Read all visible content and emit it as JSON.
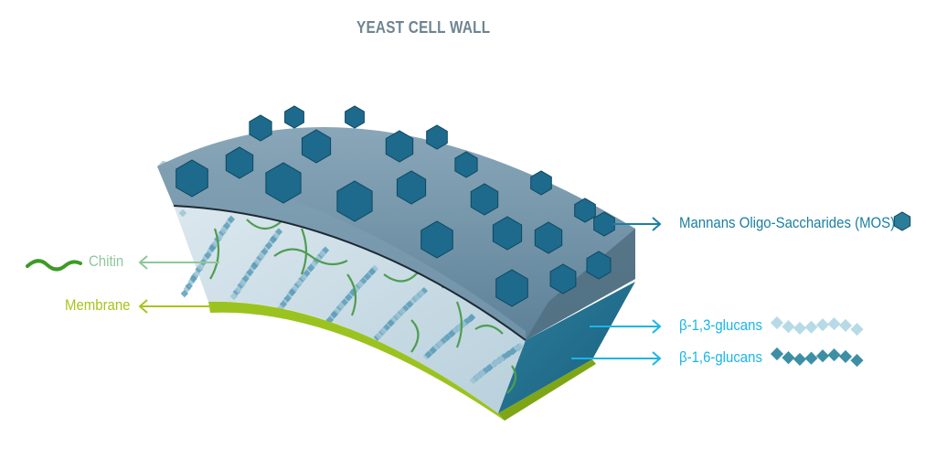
{
  "title": "YEAST CELL WALL",
  "labels": {
    "mos": "Mannans  Oligo-Saccharides (MOS)",
    "b13": "β-1,3-glucans",
    "b16": "β-1,6-glucans",
    "chitin": "Chitin",
    "membrane": "Membrane"
  },
  "colors": {
    "mos": "#1a7fa3",
    "glucan": "#1bb5e6",
    "chitin": "#8fc79a",
    "membrane": "#a7c41c",
    "title": "#6e8491"
  }
}
